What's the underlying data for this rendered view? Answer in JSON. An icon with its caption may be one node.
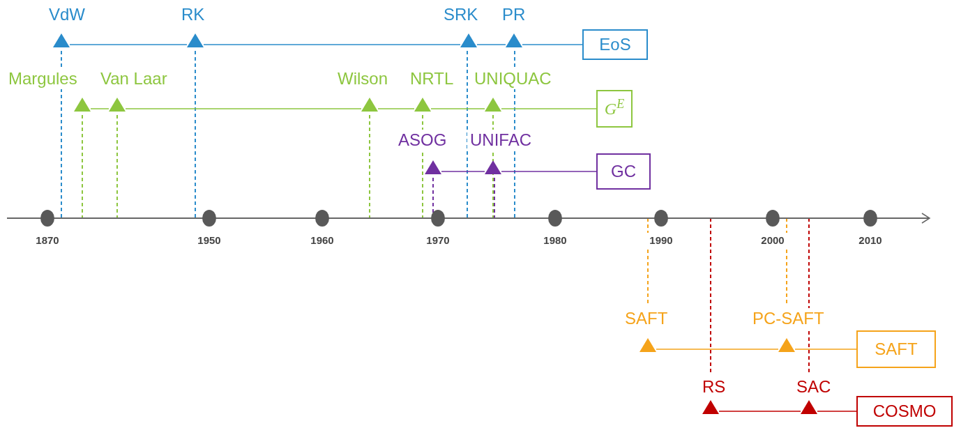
{
  "diagram": {
    "nodes": [
      {
        "text": [],
        "shape": "triangle",
        "beside": [
          "VdW"
        ]
      },
      {
        "text": [],
        "shape": "triangle",
        "beside": [
          "RK"
        ]
      },
      {
        "text": [],
        "shape": "triangle",
        "beside": [
          "SRK"
        ]
      },
      {
        "text": [],
        "shape": "triangle",
        "beside": [
          "PR"
        ]
      },
      {
        "text": [
          "EoS"
        ]
      },
      {
        "text": [],
        "shape": "triangle",
        "beside": [
          "Margules"
        ]
      },
      {
        "text": [],
        "shape": "triangle",
        "beside": [
          "Van Laar"
        ]
      },
      {
        "text": [],
        "shape": "triangle",
        "beside": [
          "Wilson"
        ]
      },
      {
        "text": [],
        "shape": "triangle",
        "beside": [
          "NRTL"
        ]
      },
      {
        "text": [],
        "shape": "triangle",
        "beside": [
          "UNIQUAC"
        ]
      },
      {
        "text": [
          "G$^{E}$"
        ]
      },
      {
        "text": [],
        "shape": "triangle",
        "beside": [
          "ASOG"
        ]
      },
      {
        "text": [],
        "shape": "triangle",
        "beside": [
          "UNIFAC"
        ]
      },
      {
        "text": [
          "GC"
        ]
      },
      {
        "text": [],
        "shape": "triangle",
        "beside": [
          "SAFT"
        ]
      },
      {
        "text": [],
        "shape": "triangle",
        "beside": [
          "PC-SAFT"
        ]
      },
      {
        "text": [
          "SAFT"
        ]
      },
      {
        "text": [],
        "shape": "triangle",
        "beside": [
          "RS"
        ]
      },
      {
        "text": [],
        "shape": "triangle",
        "beside": [
          "SAC"
        ]
      },
      {
        "text": [
          "COSMO"
        ]
      }
    ],
    "edges": [
      {
        "from": 4,
        "to": 3,
        "arrow": "none",
        "color": "#2a8ccb"
      },
      {
        "from": 3,
        "to": 2,
        "arrow": "none",
        "color": "#2a8ccb"
      },
      {
        "from": 2,
        "to": 1,
        "arrow": "none",
        "color": "#2a8ccb"
      },
      {
        "from": 1,
        "to": 0,
        "arrow": "none",
        "color": "#2a8ccb"
      },
      {
        "from": 10,
        "to": 9,
        "arrow": "none",
        "color": "#8dc63f"
      },
      {
        "from": 9,
        "to": 8,
        "arrow": "none",
        "color": "#8dc63f"
      },
      {
        "from": 8,
        "to": 7,
        "arrow": "none",
        "color": "#8dc63f"
      },
      {
        "from": 7,
        "to": 6,
        "arrow": "none",
        "color": "#8dc63f"
      },
      {
        "from": 6,
        "to": 5,
        "arrow": "none",
        "color": "#8dc63f"
      },
      {
        "from": 13,
        "to": 12,
        "arrow": "none",
        "color": "#7030a0"
      },
      {
        "from": 12,
        "to": 11,
        "arrow": "none",
        "color": "#7030a0"
      },
      {
        "from": 16,
        "to": 15,
        "arrow": "none",
        "color": "#f5a31a"
      },
      {
        "from": 15,
        "to": 14,
        "arrow": "none",
        "color": "#f5a31a"
      },
      {
        "from": 19,
        "to": 18,
        "arrow": "none",
        "color": "#c00000"
      },
      {
        "from": 18,
        "to": 17,
        "arrow": "none",
        "color": "#c00000"
      }
    ],
    "labels": [
      "1870",
      "1950",
      "1960",
      "1970",
      "1980",
      "1990",
      "2000",
      "2010"
    ]
  }
}
